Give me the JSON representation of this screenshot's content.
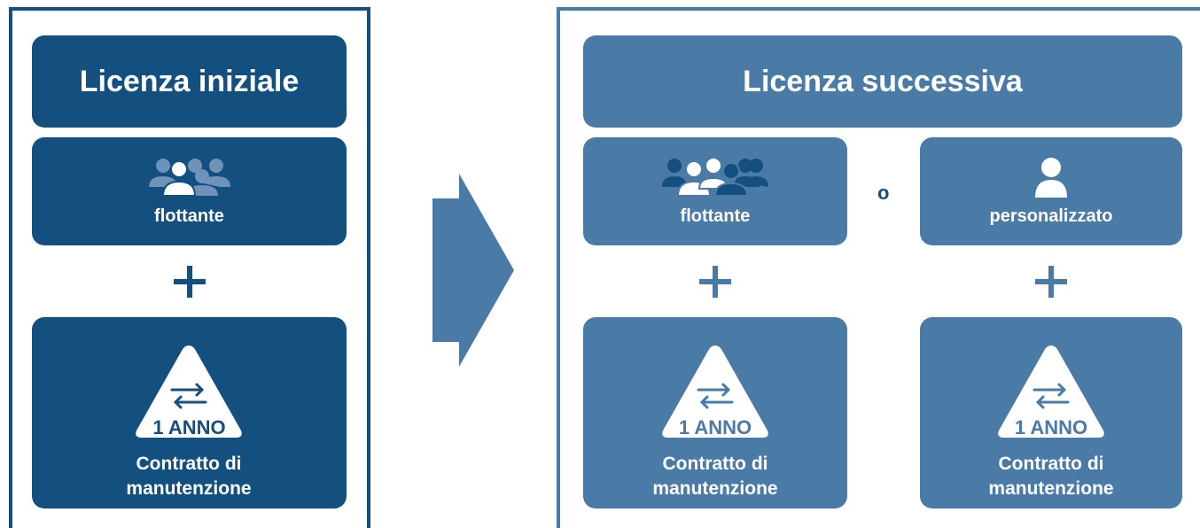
{
  "initial": {
    "title": "Licenza iniziale",
    "mode_label": "flottante",
    "contract_term": "1 ANNO",
    "contract_label": "Contratto di manutenzione",
    "mode_icon": "group-icon",
    "contract_icon": "renewal-arrows-icon"
  },
  "subsequent": {
    "title": "Licenza successiva",
    "or_label": "o",
    "options": [
      {
        "mode_label": "flottante",
        "mode_icon": "group-icon",
        "contract_term": "1 ANNO",
        "contract_label": "Contratto di manutenzione"
      },
      {
        "mode_label": "personalizzato",
        "mode_icon": "user-icon",
        "contract_term": "1 ANNO",
        "contract_label": "Contratto di manutenzione"
      }
    ]
  },
  "colors": {
    "dark": "#134f7f",
    "mid": "#4a7aa6",
    "light_icon": "#6f93b8"
  }
}
